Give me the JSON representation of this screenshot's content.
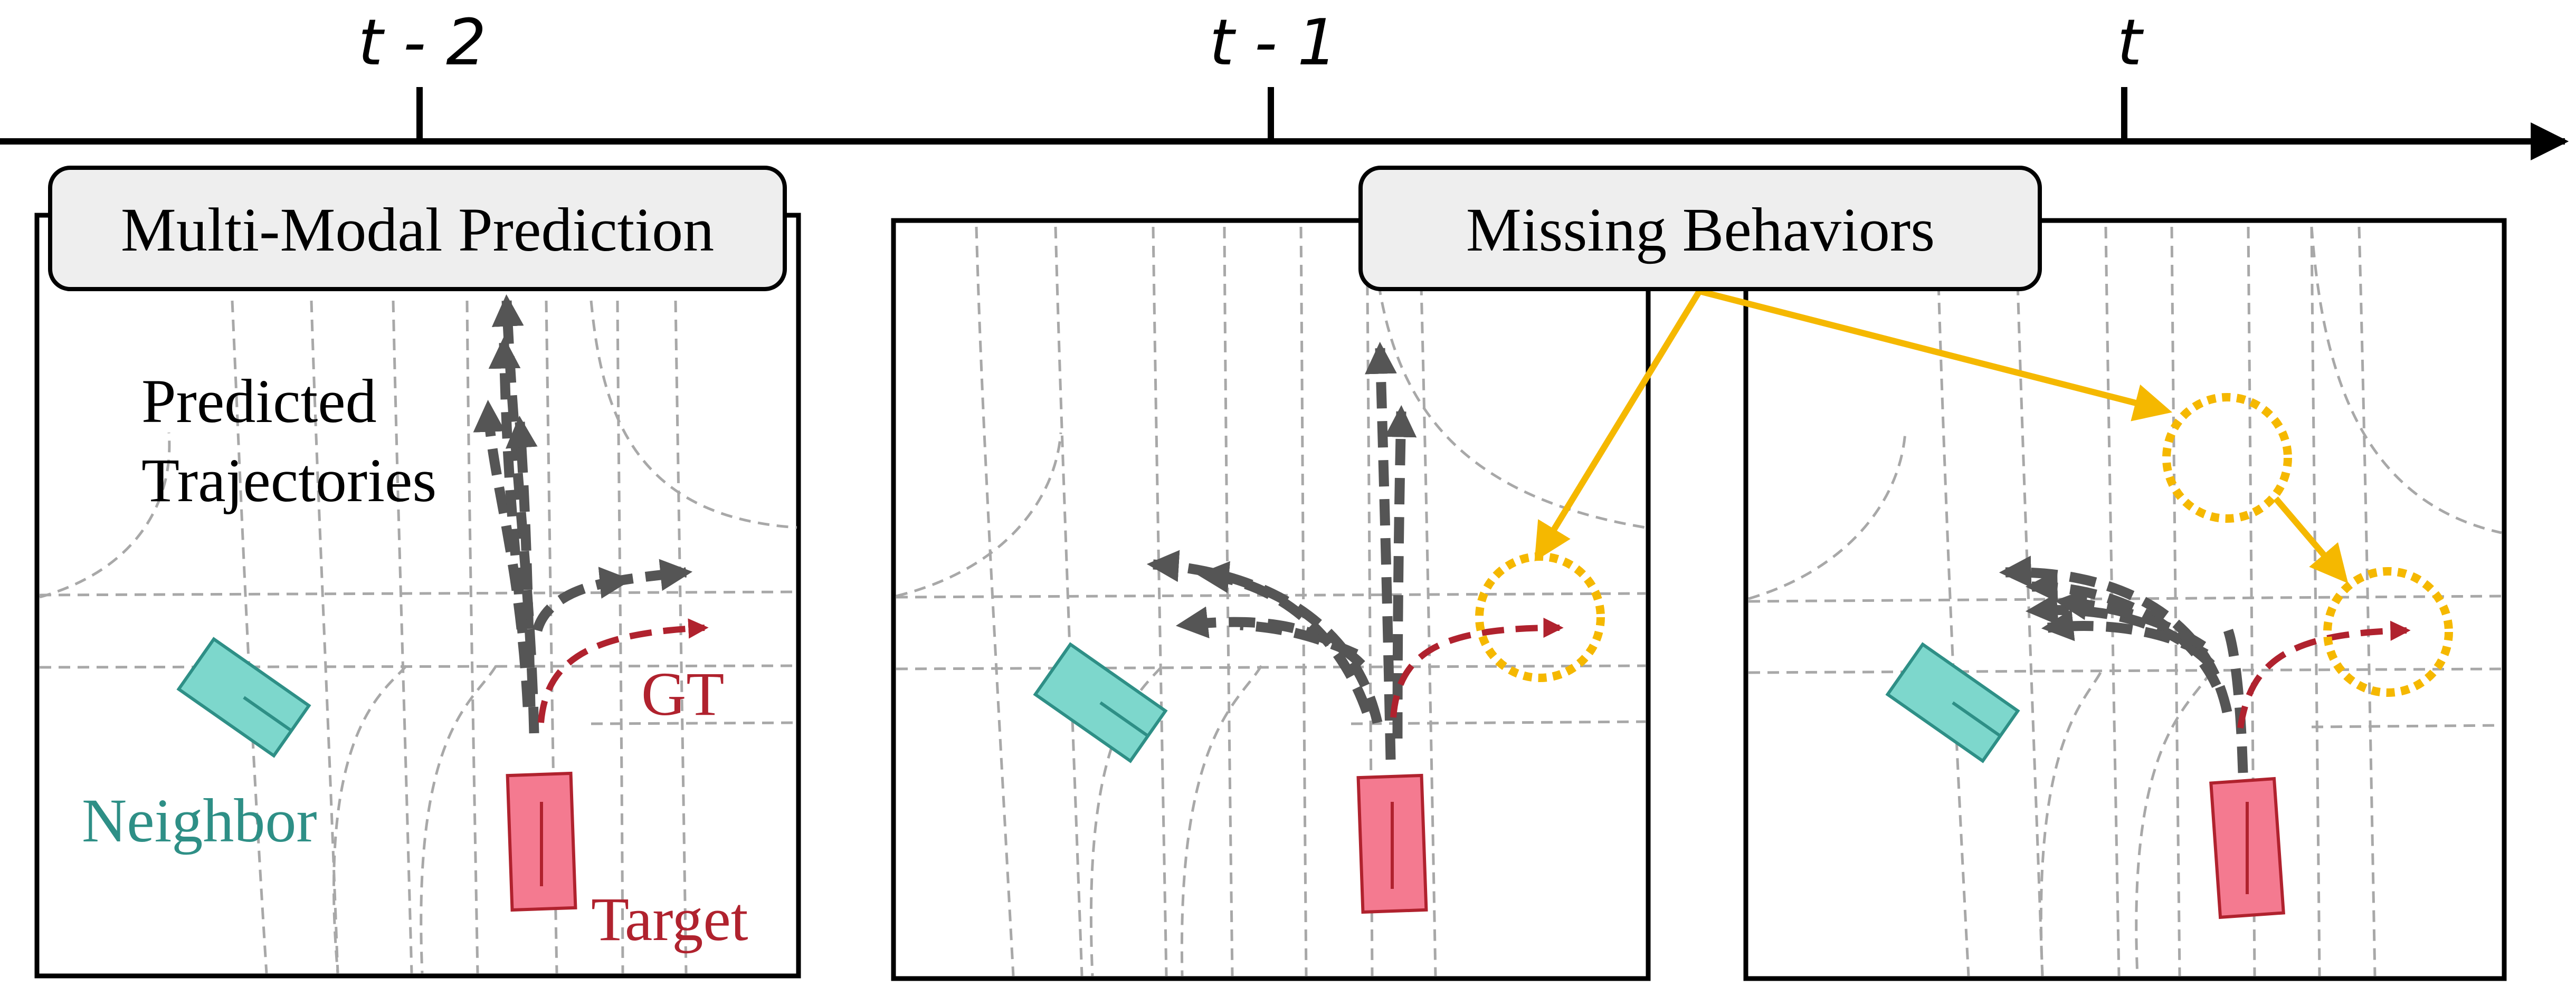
{
  "timeline": {
    "ticks": [
      {
        "label": "t - 2"
      },
      {
        "label": "t - 1"
      },
      {
        "label": "t"
      }
    ]
  },
  "panels": [
    {
      "id": "t-2",
      "title": "Multi-Modal Prediction"
    },
    {
      "id": "t-1"
    },
    {
      "id": "t"
    }
  ],
  "callout": {
    "missing_behaviors": "Missing Behaviors"
  },
  "labels": {
    "predicted_trajectories_line1": "Predicted",
    "predicted_trajectories_line2": "Trajectories",
    "ground_truth": "GT",
    "neighbor": "Neighbor",
    "target": "Target"
  },
  "colors": {
    "axis": "#000000",
    "lane_lines": "#a8a8a8",
    "predicted_trajectory": "#555555",
    "ground_truth": "#b0222e",
    "neighbor_fill": "#7dd7cc",
    "neighbor_text": "#2e8f86",
    "target_fill": "#f47a90",
    "target_text": "#b0222e",
    "missing_highlight": "#f5b800",
    "callout_fill": "#eeeeee"
  }
}
